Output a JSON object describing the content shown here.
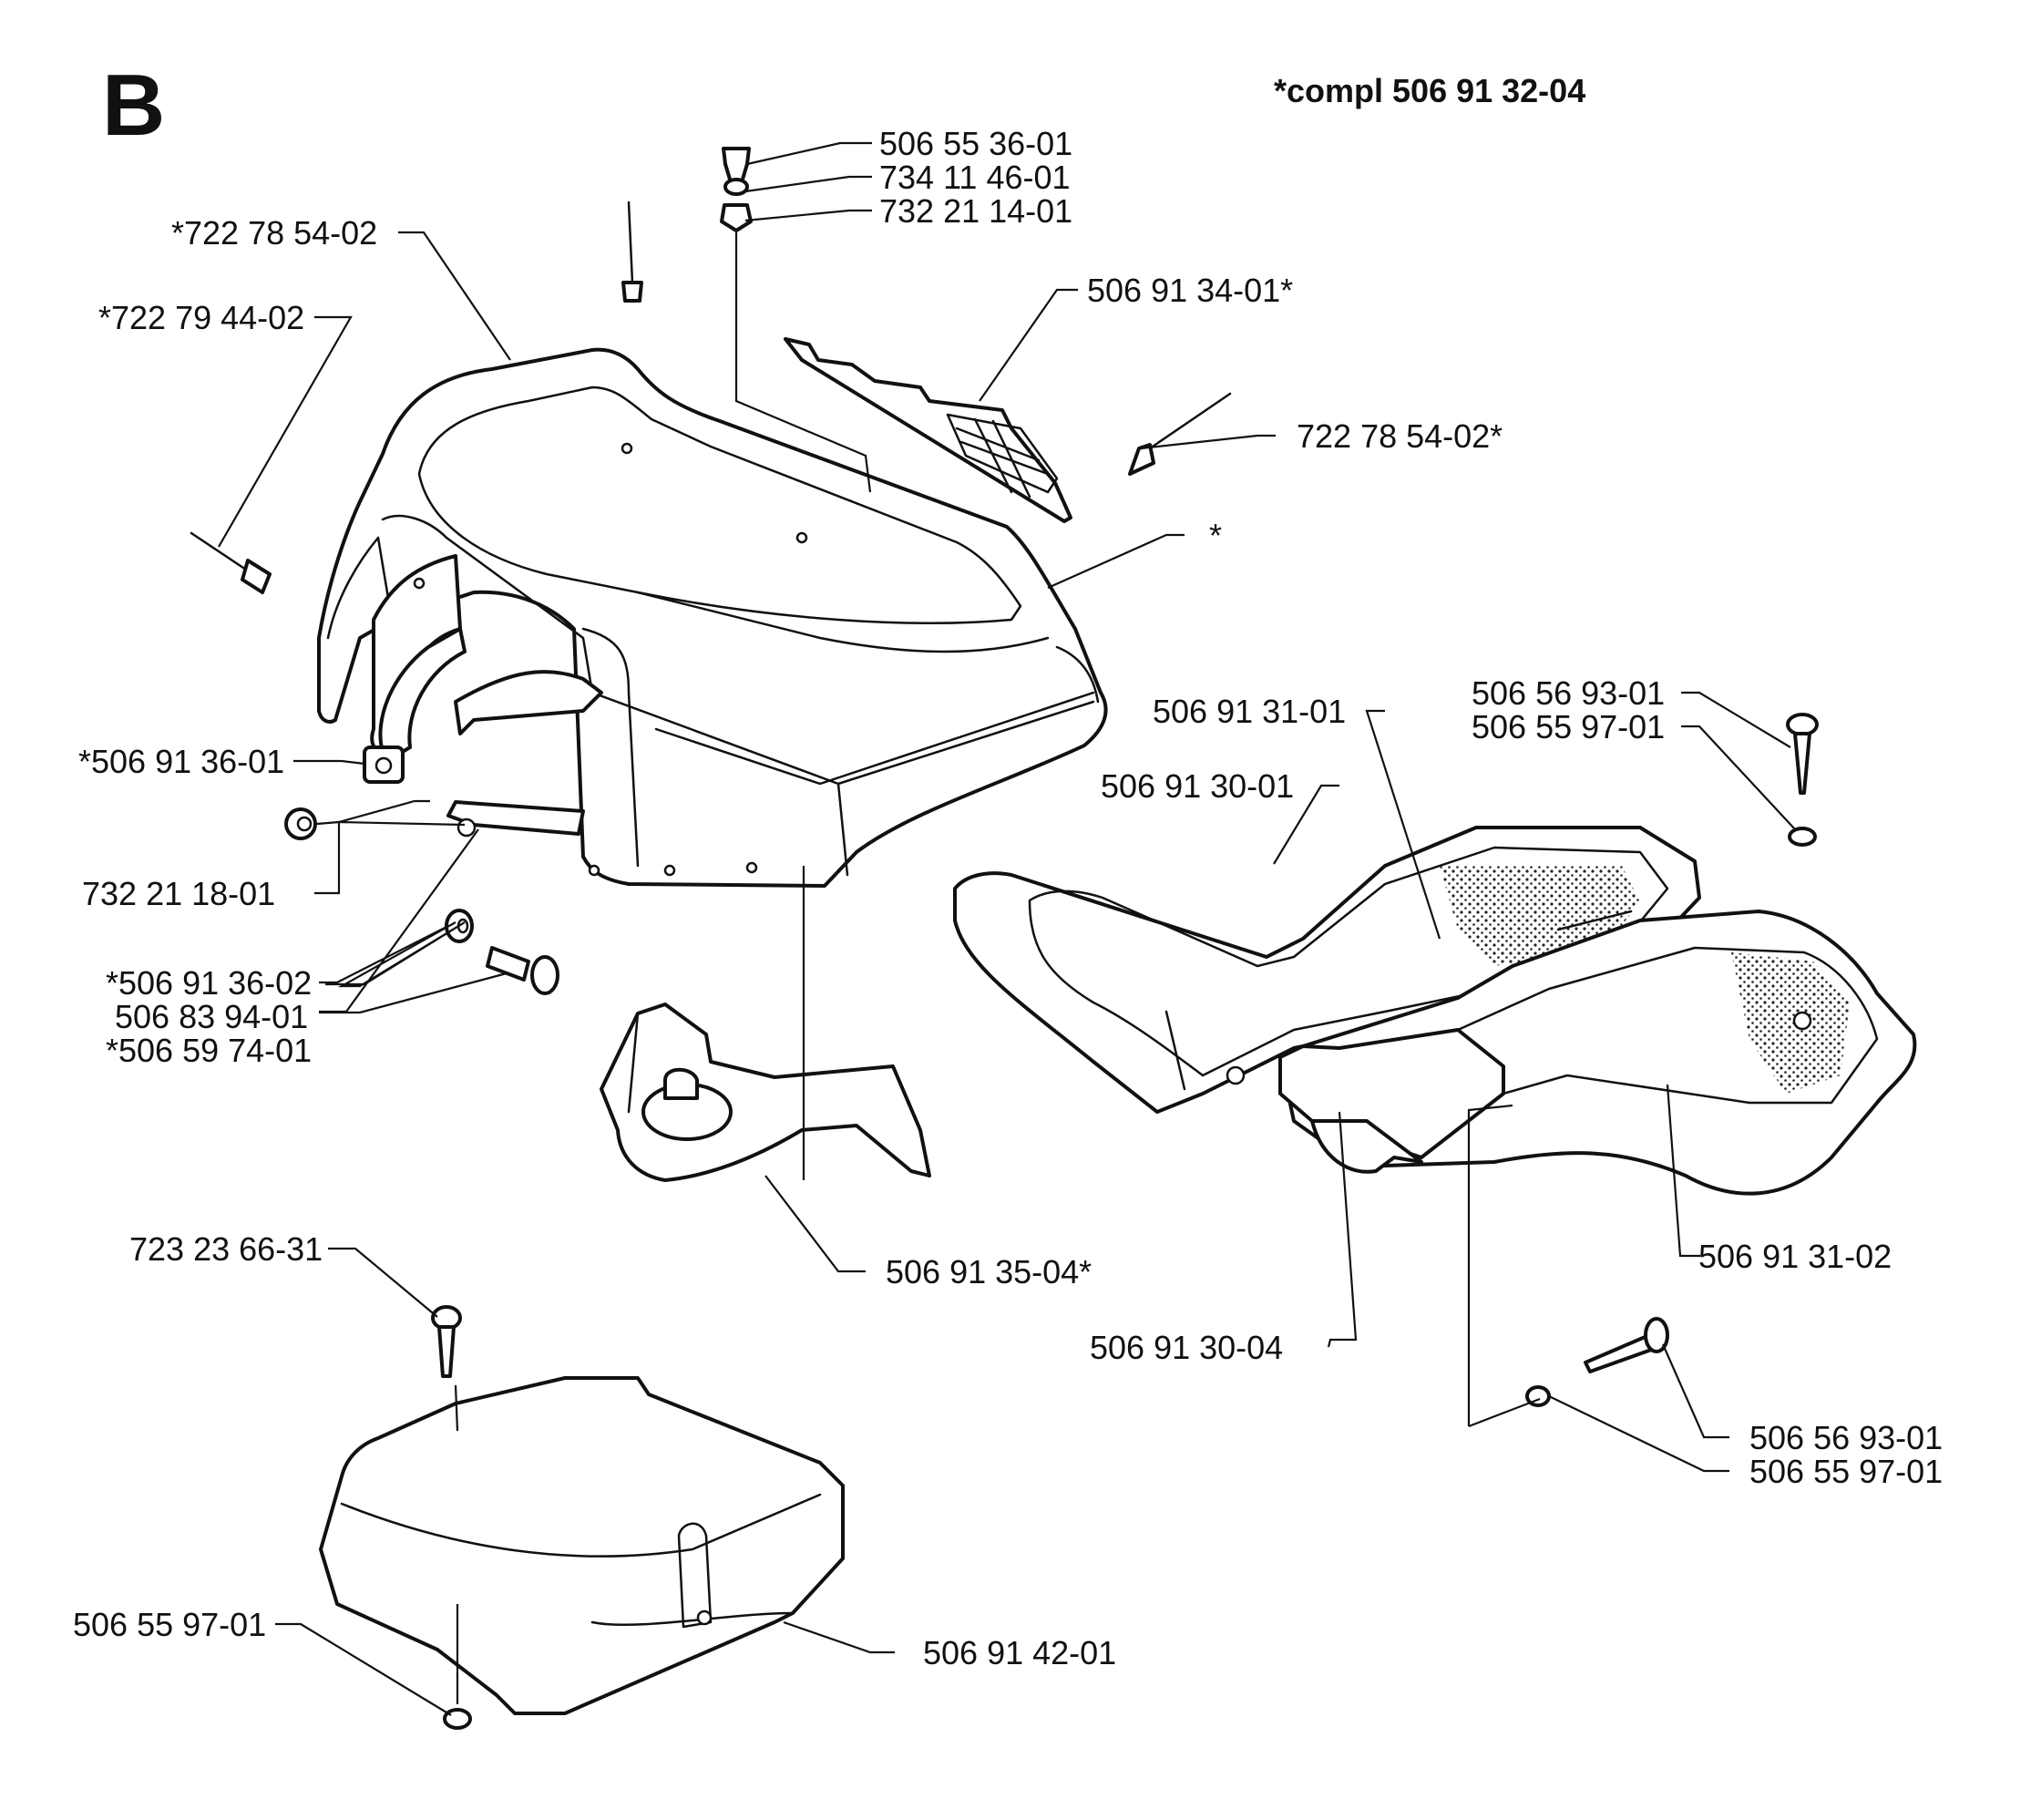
{
  "section_letter": "B",
  "assembly_note": "*compl 506 91 32-04",
  "callouts": [
    {
      "id": "c1",
      "text": "506 55 36-01"
    },
    {
      "id": "c2",
      "text": "734 11 46-01"
    },
    {
      "id": "c3",
      "text": "732 21 14-01"
    },
    {
      "id": "c4",
      "text": "*722 78 54-02"
    },
    {
      "id": "c5",
      "text": "*722 79 44-02"
    },
    {
      "id": "c6",
      "text": "506 91 34-01*"
    },
    {
      "id": "c7",
      "text": "722 78 54-02*"
    },
    {
      "id": "c8",
      "text": "*"
    },
    {
      "id": "c9",
      "text": "*506 91 36-01"
    },
    {
      "id": "c10",
      "text": "506 56 93-01"
    },
    {
      "id": "c11",
      "text": "506 55 97-01"
    },
    {
      "id": "c12",
      "text": "506 91 31-01"
    },
    {
      "id": "c13",
      "text": "506 91 30-01"
    },
    {
      "id": "c14",
      "text": "732 21 18-01"
    },
    {
      "id": "c15",
      "text": "*506 91 36-02"
    },
    {
      "id": "c16",
      "text": "506 83 94-01"
    },
    {
      "id": "c17",
      "text": "*506 59 74-01"
    },
    {
      "id": "c18",
      "text": "506 91 35-04*"
    },
    {
      "id": "c19",
      "text": "506 91 31-02"
    },
    {
      "id": "c20",
      "text": "723 23 66-31"
    },
    {
      "id": "c21",
      "text": "506 91 30-04"
    },
    {
      "id": "c22",
      "text": "506 56 93-01"
    },
    {
      "id": "c23",
      "text": "506 55 97-01"
    },
    {
      "id": "c24",
      "text": "506 55 97-01"
    },
    {
      "id": "c25",
      "text": "506 91 42-01"
    }
  ]
}
